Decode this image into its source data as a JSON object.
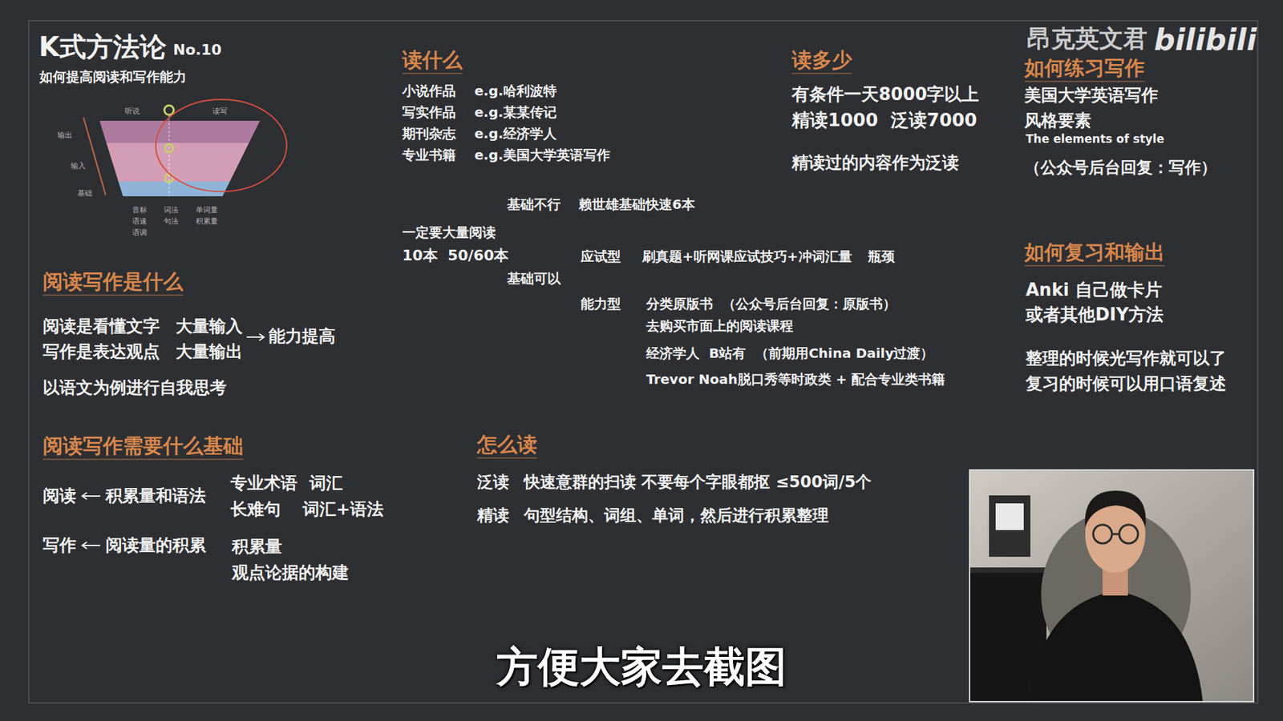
{
  "diagram": {
    "title": "K式方法论",
    "caption": "方便大家去截图",
    "labels": [
      "No.10",
      "如何提高阅读和写作能力",
      "听说",
      "读写",
      "输出",
      "输入",
      "基础",
      "音标",
      "词法",
      "单词量",
      "语速",
      "句法",
      "积累量",
      "语调",
      "阅读写作是什么",
      "阅读是看懂文字",
      "大量输入",
      "写作是表达观点",
      "大量输出",
      "能力提高",
      "以语文为例进行自我思考",
      "阅读写作需要什么基础",
      "阅读",
      "积累量和语法",
      "专业术语",
      "词汇",
      "长难句",
      "词汇+语法",
      "写作",
      "阅读量的积累",
      "积累量",
      "观点论据的构建",
      "读什么",
      "小说作品",
      "e.g.哈利波特",
      "写实作品",
      "e.g.某某传记",
      "期刊杂志",
      "e.g.经济学人",
      "专业书籍",
      "e.g.美国大学英语写作",
      "基础不行",
      "赖世雄基础快速6本",
      "一定要大量阅读",
      "10本  50/60本",
      "基础可以",
      "应试型",
      "刷真题+听网课应试技巧+冲词汇量",
      "瓶颈",
      "能力型",
      "分类原版书",
      "（公众号后台回复：原版书）",
      "去购买市面上的阅读课程",
      "经济学人  B站有",
      "（前期用China Daily过渡）",
      "Trevor Noah脱口秀等时政类 + 配合专业类书籍",
      "读多少",
      "有条件一天8000字以上",
      "精读1000  泛读7000",
      "精读过的内容作为泛读",
      "如何练习写作",
      "昂克英文君",
      "bilibili",
      "美国大学英语写作",
      "风格要素",
      "The elements of style",
      "（公众号后台回复：写作）",
      "如何复习和输出",
      "Anki 自己做卡片",
      "或者其他DIY方法",
      "整理的时候光写作就可以了",
      "复习的时候可以用口语复述",
      "怎么读",
      "泛读",
      "快速意群的扫读 不要每个字眼都抠 ≤500词/5个",
      "精读",
      "句型结构、词组、单词，然后进行积累整理"
    ]
  }
}
